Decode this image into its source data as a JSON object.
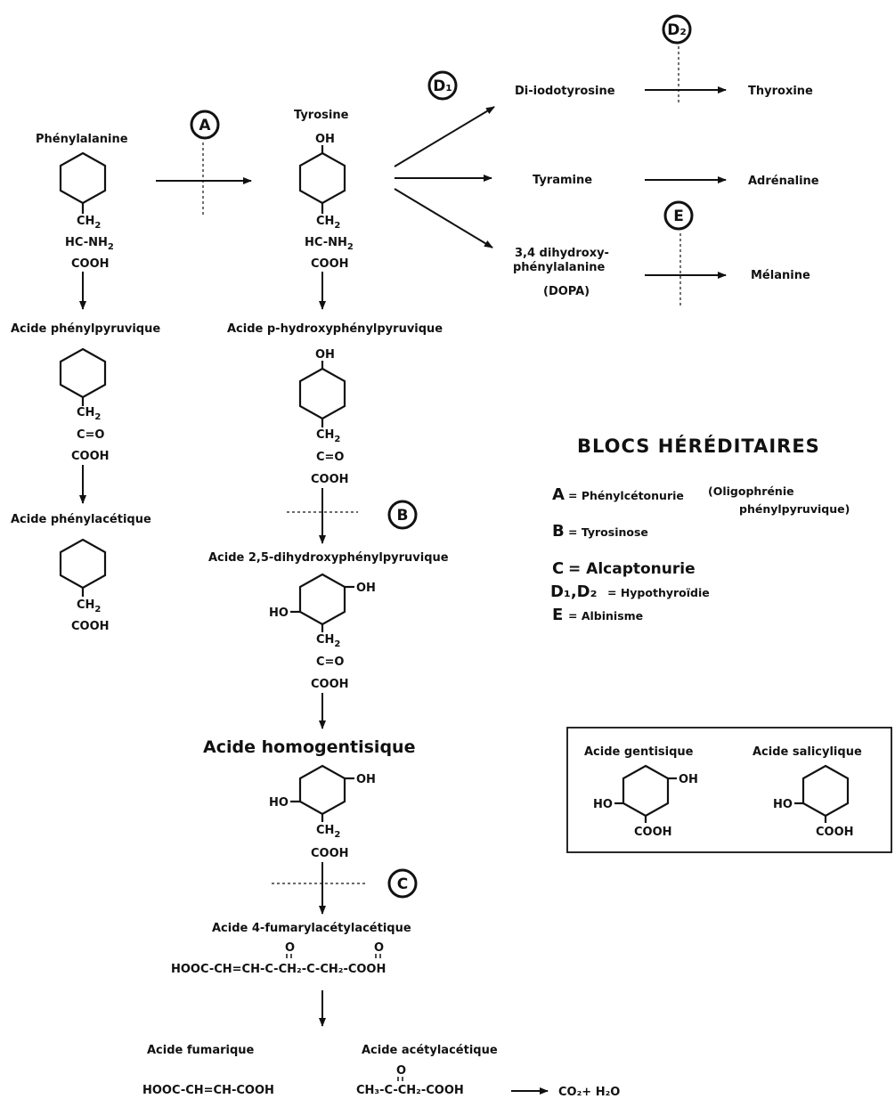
{
  "compounds": {
    "phenylalanine": {
      "name": "Phénylalanine",
      "f1": "CH",
      "f1s": "2",
      "f2": "HC-NH",
      "f2s": "2",
      "f3": "COOH"
    },
    "tyrosine": {
      "name": "Tyrosine",
      "oh": "OH",
      "f1": "CH",
      "f1s": "2",
      "f2": "HC-NH",
      "f2s": "2",
      "f3": "COOH"
    },
    "phenylpyruvique": {
      "name": "Acide phénylpyruvique",
      "f1": "CH",
      "f1s": "2",
      "f2": "C=O",
      "f3": "COOH"
    },
    "phenylacetique": {
      "name": "Acide phénylacétique",
      "f1": "CH",
      "f1s": "2",
      "f3": "COOH"
    },
    "hydroxyphenylpyruvique": {
      "name": "Acide p-hydroxyphénylpyruvique",
      "oh": "OH",
      "f1": "CH",
      "f1s": "2",
      "f2": "C=O",
      "f3": "COOH"
    },
    "dihydroxyphenylpyruvique": {
      "name": "Acide 2,5-dihydroxyphénylpyruvique",
      "oh_r": "OH",
      "ho_l": "HO",
      "f1": "CH",
      "f1s": "2",
      "f2": "C=O",
      "f3": "COOH"
    },
    "homogentisique": {
      "name": "Acide homogentisique",
      "oh_r": "OH",
      "ho_l": "HO",
      "f1": "CH",
      "f1s": "2",
      "f3": "COOH"
    },
    "fumarylacetylacetique": {
      "name": "Acide 4-fumarylacétylacétique",
      "formula": "HOOC-CH=CH-C-CH₂-C-CH₂-COOH",
      "o1": "O",
      "o2": "O"
    },
    "fumarique": {
      "name": "Acide fumarique",
      "formula": "HOOC-CH=CH-COOH"
    },
    "acetylacetique": {
      "name": "Acide acétylacétique",
      "formula": "CH₃-C-CH₂-COOH",
      "o": "O"
    },
    "final_products": "CO₂+ H₂O",
    "diiodotyrosine": "Di-iodotyrosine",
    "thyroxine": "Thyroxine",
    "tyramine": "Tyramine",
    "adrenaline": "Adrénaline",
    "dopa_l1": "3,4 dihydroxy-",
    "dopa_l2": "phénylalanine",
    "dopa_l3": "(DOPA)",
    "melanine": "Mélanine"
  },
  "badges": {
    "A": "A",
    "B": "B",
    "C": "C",
    "D1": "D₁",
    "D2": "D₂",
    "E": "E"
  },
  "legend": {
    "title": "BLOCS HÉRÉDITAIRES",
    "items": [
      {
        "letter": "A",
        "text": "= Phénylcétonurie",
        "extra1": "(Oligophrénie",
        "extra2": "phénylpyruvique)"
      },
      {
        "letter": "B",
        "text": "= Tyrosinose"
      },
      {
        "letter": "C",
        "text": "= Alcaptonurie"
      },
      {
        "letter": "D₁,D₂",
        "text": "= Hypothyroïdie"
      },
      {
        "letter": "E",
        "text": "= Albinisme"
      }
    ]
  },
  "reference_box": {
    "gentisique": {
      "name": "Acide gentisique",
      "oh": "OH",
      "ho": "HO",
      "cooh": "COOH"
    },
    "salicylique": {
      "name": "Acide salicylique",
      "ho": "HO",
      "cooh": "COOH"
    }
  }
}
